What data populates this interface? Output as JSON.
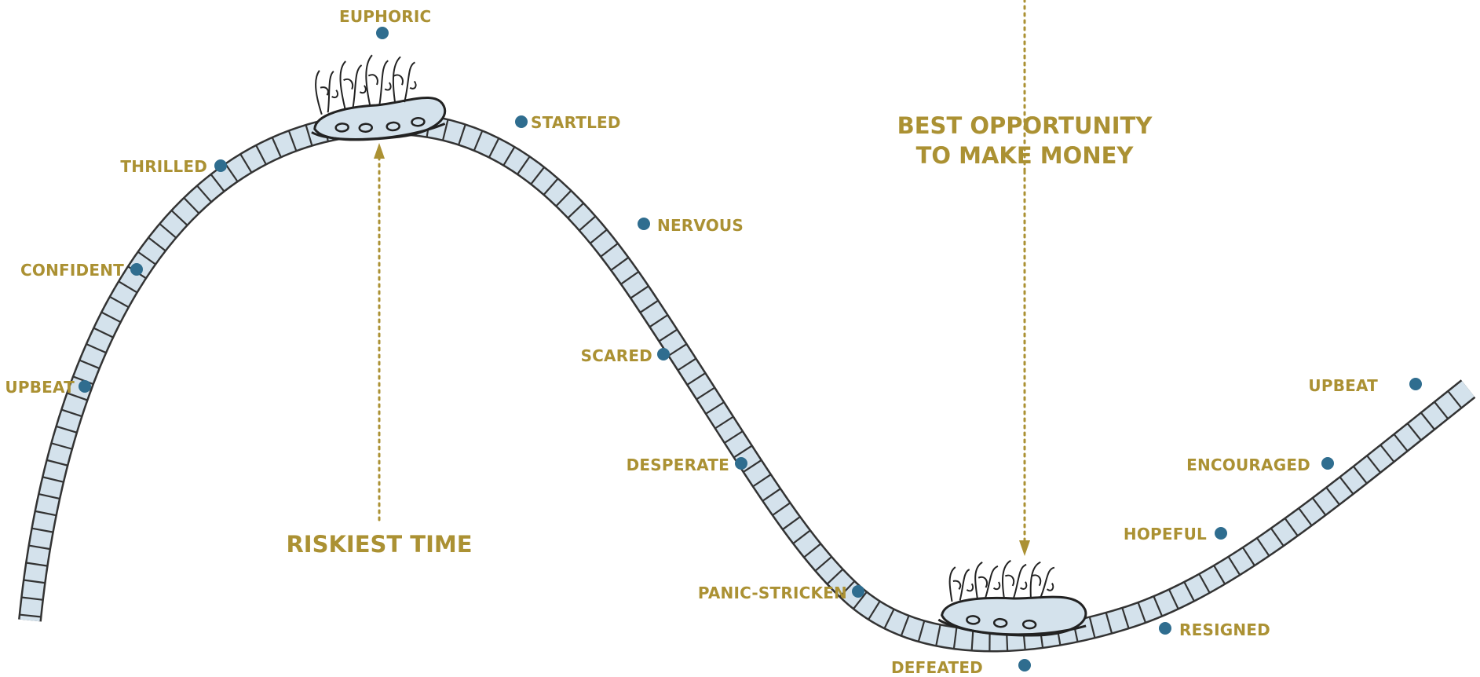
{
  "colors": {
    "label": "#ab9133",
    "dot": "#2f6d8f",
    "track_fill": "#d4e2ec",
    "track_line": "#333333",
    "arrow": "#ab9133"
  },
  "emotions": [
    {
      "id": "euphoric",
      "label": "EUPHORIC"
    },
    {
      "id": "startled",
      "label": "STARTLED"
    },
    {
      "id": "thrilled",
      "label": "THRILLED"
    },
    {
      "id": "nervous",
      "label": "NERVOUS"
    },
    {
      "id": "confident",
      "label": "CONFIDENT"
    },
    {
      "id": "scared",
      "label": "SCARED"
    },
    {
      "id": "upbeat-left",
      "label": "UPBEAT"
    },
    {
      "id": "desperate",
      "label": "DESPERATE"
    },
    {
      "id": "panic-stricken",
      "label": "PANIC-STRICKEN"
    },
    {
      "id": "defeated",
      "label": "DEFEATED"
    },
    {
      "id": "resigned",
      "label": "RESIGNED"
    },
    {
      "id": "hopeful",
      "label": "HOPEFUL"
    },
    {
      "id": "encouraged",
      "label": "ENCOURAGED"
    },
    {
      "id": "upbeat-right",
      "label": "UPBEAT"
    }
  ],
  "callouts": {
    "riskiest": "RISKIEST TIME",
    "best_line1": "BEST OPPORTUNITY",
    "best_line2": "TO MAKE MONEY"
  }
}
